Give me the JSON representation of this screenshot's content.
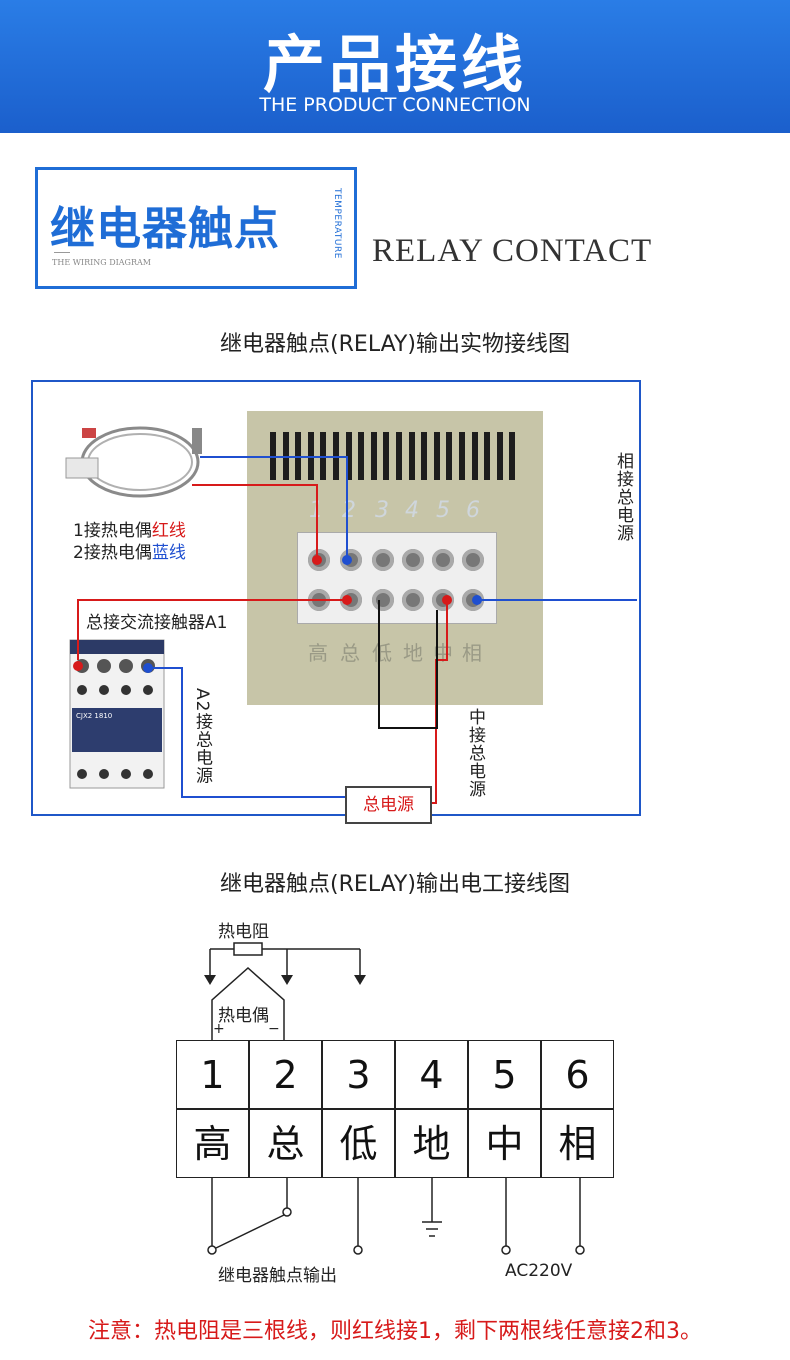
{
  "header": {
    "title": "产品接线",
    "subtitle": "THE PRODUCT CONNECTION"
  },
  "section_label": {
    "cn": "继电器触点",
    "small_en": "THE WIRING DIAGRAM",
    "vertical_en": "TEMPERATURE",
    "en": "RELAY CONTACT"
  },
  "photo_diagram": {
    "title": "继电器触点(RELAY)输出实物接线图",
    "terminal_numbers": [
      "1",
      "2",
      "3",
      "4",
      "5",
      "6"
    ],
    "terminal_labels": [
      "高",
      "总",
      "低",
      "地",
      "中",
      "相"
    ],
    "thermocouple_line1_prefix": "1接热电偶",
    "thermocouple_line1_color": "红线",
    "thermocouple_line2_prefix": "2接热电偶",
    "thermocouple_line2_color": "蓝线",
    "contactor_a1": "总接交流接触器A1",
    "a2_label": "A2接总电源",
    "phase_label": "相接总电源",
    "neutral_label": "中接总电源",
    "power_box": "总电源",
    "contactor_model": "CJX2 1810"
  },
  "schematic": {
    "title": "继电器触点(RELAY)输出电工接线图",
    "rtd_label": "热电阻",
    "tc_label": "热电偶",
    "plus": "+",
    "minus": "−",
    "numbers": [
      "1",
      "2",
      "3",
      "4",
      "5",
      "6"
    ],
    "labels": [
      "高",
      "总",
      "低",
      "地",
      "中",
      "相"
    ],
    "relay_output": "继电器触点输出",
    "ac": "AC220V"
  },
  "note": "注意：热电阻是三根线，则红线接1，剩下两根线任意接2和3。",
  "colors": {
    "brand_blue": "#1f6dd6",
    "wire_red": "#d71a1a",
    "wire_blue": "#1f4fd0"
  }
}
